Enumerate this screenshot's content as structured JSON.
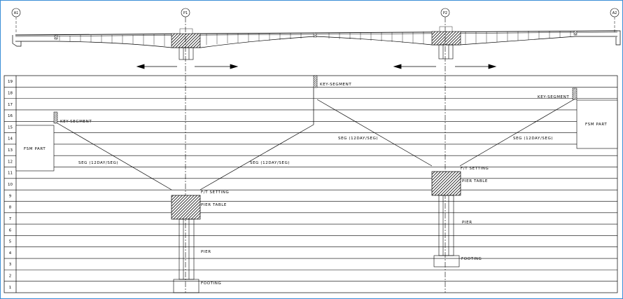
{
  "piers": {
    "a1": "A1",
    "p1": "P1",
    "p2": "P2",
    "a2": "A2"
  },
  "rows": [
    "1",
    "2",
    "3",
    "4",
    "5",
    "6",
    "7",
    "8",
    "9",
    "10",
    "11",
    "12",
    "13",
    "14",
    "15",
    "16",
    "17",
    "18",
    "19"
  ],
  "labels": {
    "fsm_left": "FSM PART",
    "fsm_right": "FSM PART",
    "key_left": "KEY-SEGMENT",
    "key_center": "KEY-SEGMENT",
    "key_right": "KEY-SEGMENT",
    "seg_p1_left": "SEG (12DAY/SEG)",
    "seg_p1_right": "SEG (12DAY/SEG)",
    "seg_p2_left": "SEG (12DAY/SEG)",
    "seg_p2_right": "SEG (12DAY/SEG)",
    "ft_setting_p1": "F/T SETTING",
    "pier_table_p1": "PIER TABLE",
    "pier_p1": "PIER",
    "footing_p1": "FOOTING",
    "ft_setting_p2": "F/T SETTING",
    "pier_table_p2": "PIER TABLE",
    "pier_p2": "PIER",
    "footing_p2": "FOOTING"
  }
}
